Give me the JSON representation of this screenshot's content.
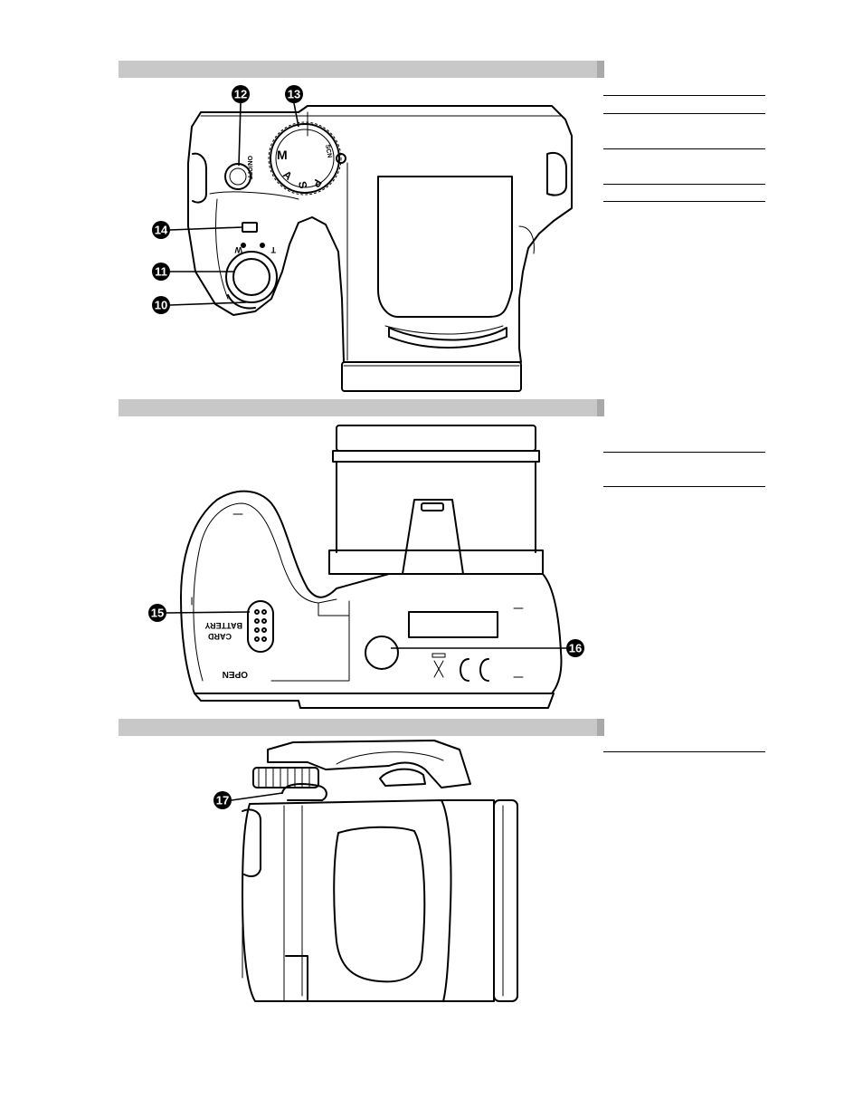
{
  "sections": [
    {
      "id": "top-view",
      "title": ""
    },
    {
      "id": "bottom-view",
      "title": ""
    },
    {
      "id": "side-view",
      "title": ""
    }
  ],
  "side_notes": {
    "top_view": [
      "",
      "",
      "",
      "",
      ""
    ],
    "bottom_view": [
      "",
      ""
    ],
    "side_view": [
      ""
    ]
  },
  "callouts": {
    "c10": "10",
    "c11": "11",
    "c12": "12",
    "c13": "13",
    "c14": "14",
    "c15": "15",
    "c16": "16",
    "c17": "17"
  },
  "camera_labels": {
    "power": "ON/OFF",
    "dial_m": "M",
    "dial_a": "A",
    "dial_s": "S",
    "dial_p": "P",
    "dial_scn": "SCN",
    "zoom_t": "T",
    "zoom_w": "W",
    "card": "CARD",
    "battery": "BATTERY",
    "open": "OPEN"
  }
}
